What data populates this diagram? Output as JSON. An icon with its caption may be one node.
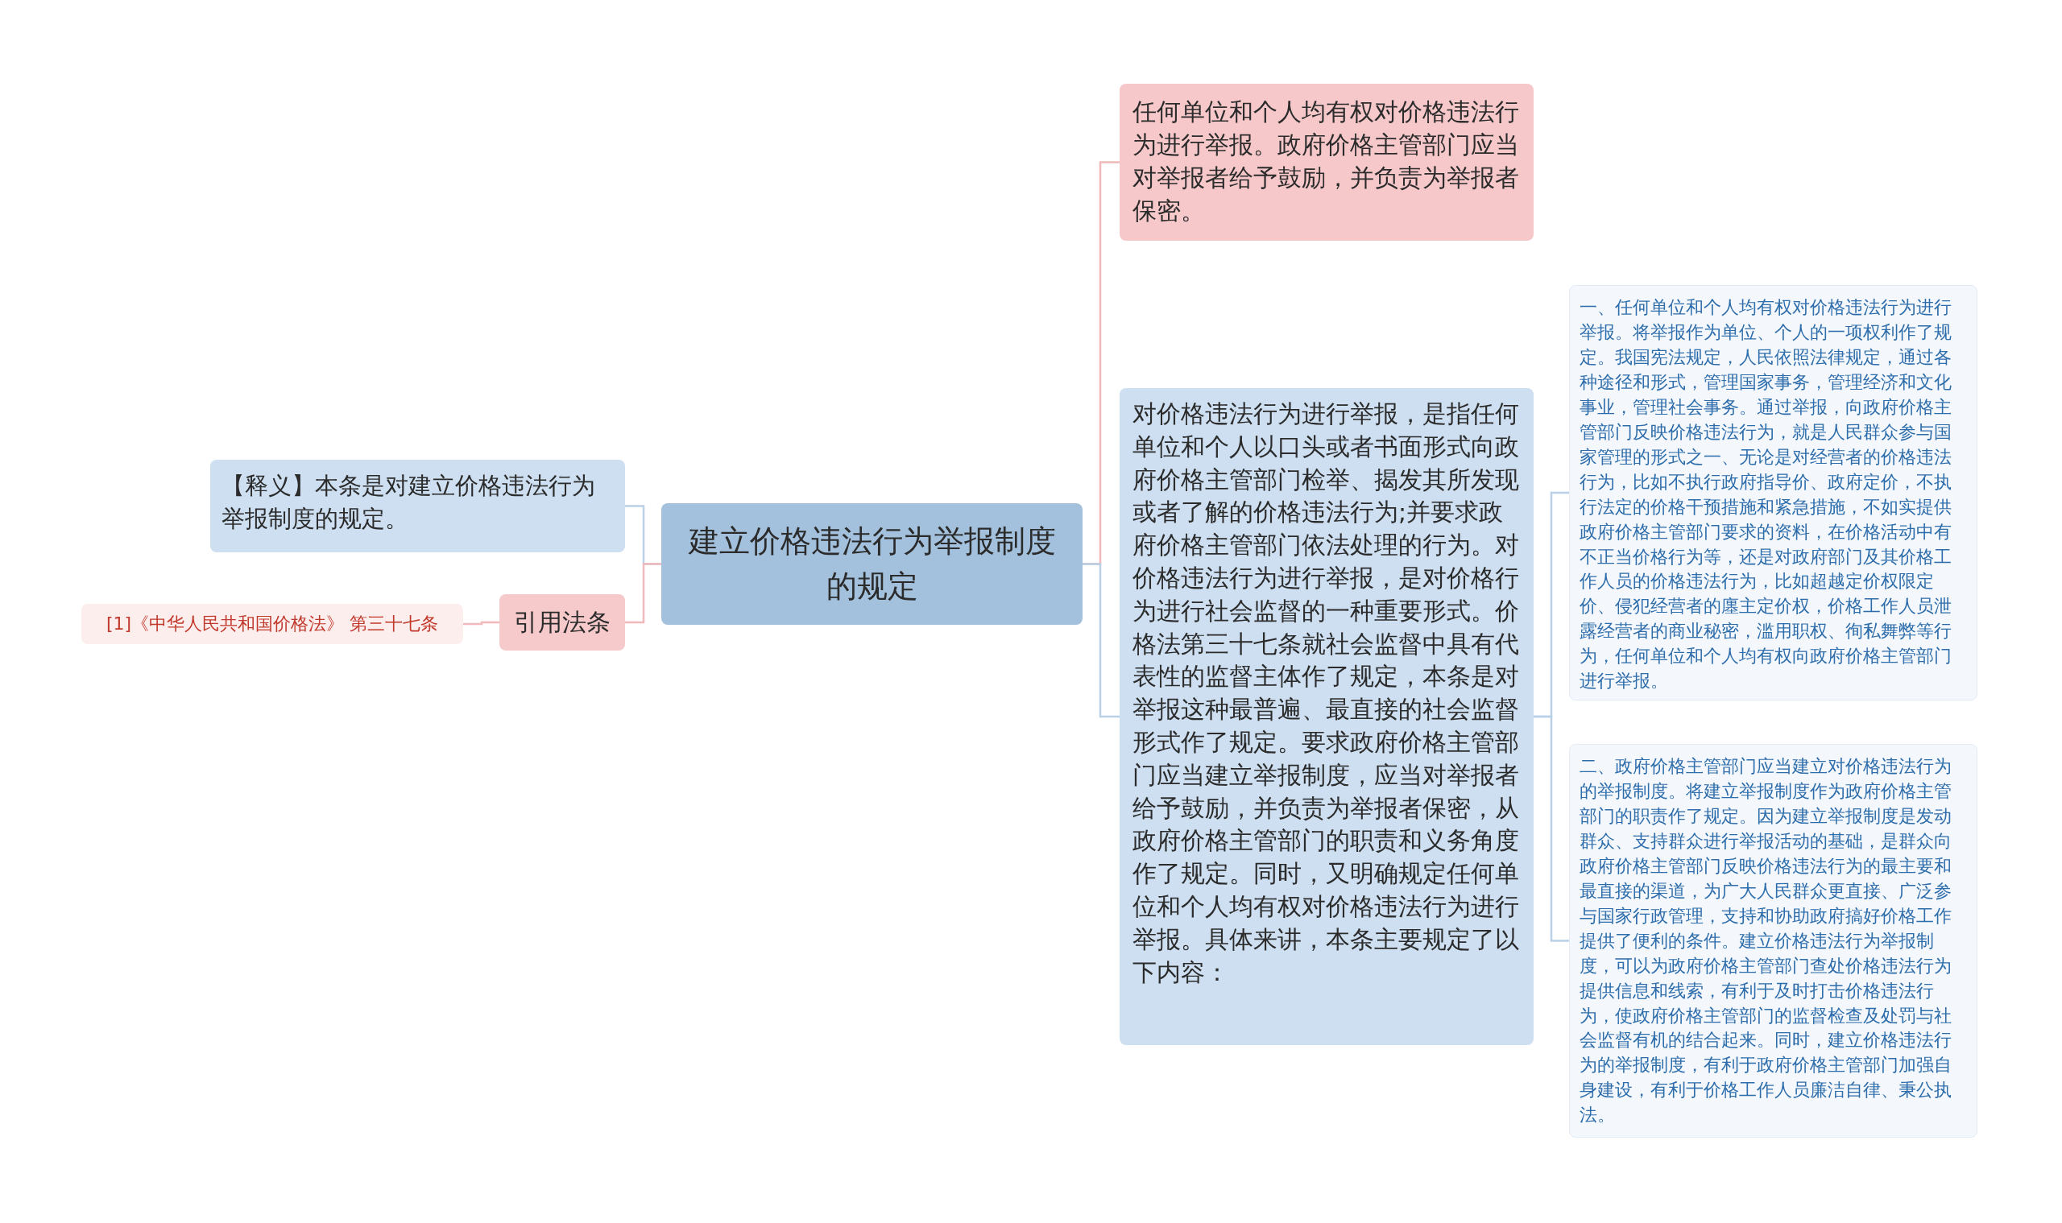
{
  "diagram": {
    "nodes": [
      {
        "text": [
          "建立价格违法行为举报制度的规定"
        ]
      },
      {
        "text": [
          "【释义】本条是对建立价格违法行为举报制度的规定。"
        ]
      },
      {
        "text": [
          "引用法条"
        ]
      },
      {
        "text": [
          "[1]《中华人民共和国价格法》 第三十七条"
        ]
      },
      {
        "text": [
          "任何单位和个人均有权对价格违法行为进行举报。政府价格主管部门应当对举报者给予鼓励，并负责为举报者保密。"
        ]
      },
      {
        "text": [
          "对价格违法行为进行举报，是指任何单位和个人以口头或者书面形式向政府价格主管部门检举、揭发其所发现或者了解的价格违法行为;并要求政府价格主管部门依法处理的行为。对价格违法行为进行举报，是对价格行为进行社会监督的一种重要形式。价格法第三十七条就社会监督中具有代表性的监督主体作了规定，本条是对举报这种最普遍、最直接的社会监督形式作了规定。要求政府价格主管部门应当建立举报制度，应当对举报者给予鼓励，并负责为举报者保密，从政府价格主管部门的职责和义务角度作了规定。同时，又明确规定任何单位和个人均有权对价格违法行为进行举报。具体来讲，本条主要规定了以下内容："
        ]
      },
      {
        "text": [
          "一、任何单位和个人均有权对价格违法行为进行举报。将举报作为单位、个人的一项权利作了规定。我国宪法规定，人民依照法律规定，通过各种途径和形式，管理国家事务，管理经济和文化事业，管理社会事务。通过举报，向政府价格主管部门反映价格违法行为，就是人民群众参与国家管理的形式之一、无论是对经营者的价格违法行为，比如不执行政府指导价、政府定价，不执行法定的价格干预措施和紧急措施，不如实提供政府价格主管部门要求的资料，在价格活动中有不正当价格行为等，还是对政府部门及其价格工作人员的价格违法行为，比如超越定价权限定价、侵犯经营者的廛主定价权，价格工作人员泄露经营者的商业秘密，滥用职权、徇私舞弊等行为，任何单位和个人均有权向政府价格主管部门进行举报。"
        ]
      },
      {
        "text": [
          "二、政府价格主管部门应当建立对价格违法行为的举报制度。将建立举报制度作为政府价格主管部门的职责作了规定。因为建立举报制度是发动群众、支持群众进行举报活动的基础，是群众向政府价格主管部门反映价格违法行为的最主要和最直接的渠道，为广大人民群众更直接、广泛参与国家行政管理，支持和协助政府搞好价格工作提供了便利的条件。建立价格违法行为举报制度，可以为政府价格主管部门查处价格违法行为提供信息和线索，有利于及时打击价格违法行为，使政府价格主管部门的监督检查及处罚与社会监督有机的结合起来。同时，建立价格违法行为的举报制度，有利于政府价格主管部门加强自身建设，有利于价格工作人员廉洁自律、秉公执法。"
        ]
      }
    ],
    "edges": [
      {
        "from": 0,
        "to": 1,
        "arrow": "none"
      },
      {
        "from": 0,
        "to": 2,
        "arrow": "none",
        "color": "#f0b9bc"
      },
      {
        "from": 2,
        "to": 3,
        "arrow": "none",
        "color": "#f0b9bc"
      },
      {
        "from": 0,
        "to": 4,
        "arrow": "none",
        "color": "#f0b9bc"
      },
      {
        "from": 0,
        "to": 5,
        "arrow": "none"
      },
      {
        "from": 5,
        "to": 6,
        "arrow": "none"
      },
      {
        "from": 5,
        "to": 7,
        "arrow": "none"
      }
    ]
  }
}
